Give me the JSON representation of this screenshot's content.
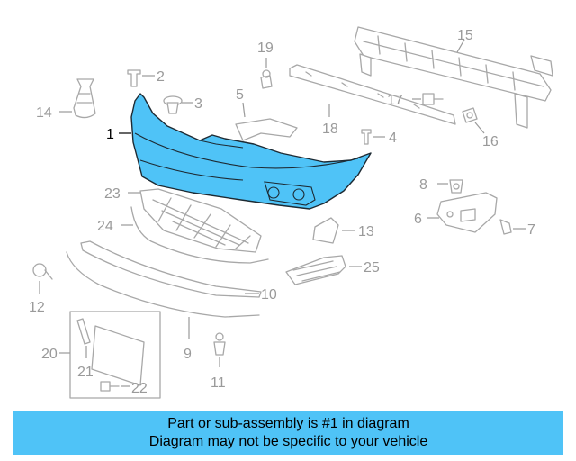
{
  "diagram": {
    "callouts": {
      "c1": "1",
      "c2": "2",
      "c3": "3",
      "c4": "4",
      "c5": "5",
      "c6": "6",
      "c7": "7",
      "c8": "8",
      "c9": "9",
      "c10": "10",
      "c11": "11",
      "c12": "12",
      "c13": "13",
      "c14": "14",
      "c15": "15",
      "c16": "16",
      "c17": "17",
      "c18": "18",
      "c19": "19",
      "c20": "20",
      "c21": "21",
      "c22": "22",
      "c23": "23",
      "c24": "24",
      "c25": "25"
    },
    "highlight_color": "#4fc3f7",
    "line_color": "#a8a8a8"
  },
  "banner": {
    "line1": "Part or sub-assembly is #1 in diagram",
    "line2": "Diagram may not be specific to your vehicle",
    "background": "#4fc3f7"
  }
}
